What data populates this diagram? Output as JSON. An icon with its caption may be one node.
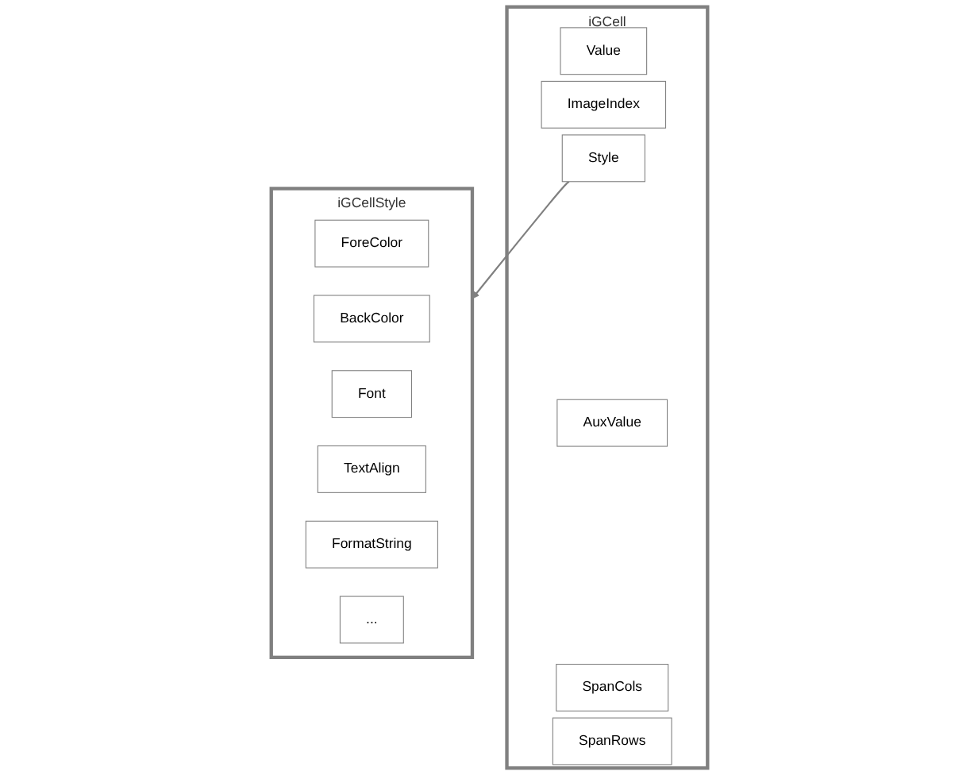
{
  "diagram": {
    "nodes": [
      {
        "text": [
          "iGCell"
        ]
      },
      {
        "text": [
          "Value"
        ],
        "in": 0
      },
      {
        "text": [
          "ImageIndex"
        ],
        "in": 0
      },
      {
        "text": [
          "Style"
        ],
        "in": 0
      },
      {
        "text": [
          "AuxValue"
        ],
        "in": 0
      },
      {
        "text": [
          "SpanCols"
        ],
        "in": 0
      },
      {
        "text": [
          "SpanRows"
        ],
        "in": 0
      },
      {
        "text": [
          "iGCellStyle"
        ]
      },
      {
        "text": [
          "ForeColor"
        ],
        "in": 7
      },
      {
        "text": [
          "BackColor"
        ],
        "in": 7
      },
      {
        "text": [
          "Font"
        ],
        "in": 7
      },
      {
        "text": [
          "TextAlign"
        ],
        "in": 7
      },
      {
        "text": [
          "FormatString"
        ],
        "in": 7
      },
      {
        "text": [
          "..."
        ],
        "in": 7
      }
    ],
    "edges": [
      {
        "from": 3,
        "to": 7,
        "arrow": "to"
      }
    ]
  }
}
